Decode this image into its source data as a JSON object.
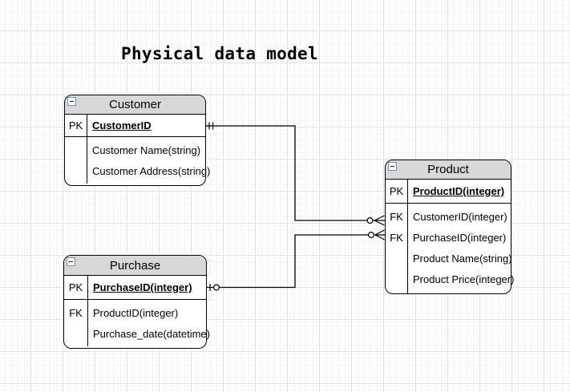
{
  "title": "Physical data model",
  "entities": [
    {
      "title": "Customer",
      "rows": [
        {
          "key": "PK",
          "field": "CustomerID",
          "pk": true
        },
        {
          "key": "",
          "field": "Customer Name(string)"
        },
        {
          "key": "",
          "field": "Customer Address(string)"
        }
      ]
    },
    {
      "title": "Purchase",
      "rows": [
        {
          "key": "PK",
          "field": "PurchaseID(integer)",
          "pk": true
        },
        {
          "key": "FK",
          "field": "ProductID(integer)"
        },
        {
          "key": "",
          "field": "Purchase_date(datetime)"
        }
      ]
    },
    {
      "title": "Product",
      "rows": [
        {
          "key": "PK",
          "field": "ProductID(integer)",
          "pk": true
        },
        {
          "key": "FK",
          "field": "CustomerID(integer)"
        },
        {
          "key": "FK",
          "field": "PurchaseID(integer)"
        },
        {
          "key": "",
          "field": "Product Name(string)"
        },
        {
          "key": "",
          "field": "Product Price(integer)"
        }
      ]
    }
  ],
  "connections": [
    {
      "from_entity": "Customer",
      "from_field": "CustomerID",
      "to_entity": "Product",
      "to_field": "CustomerID(integer)",
      "from_cardinality": "one-and-only-one",
      "to_cardinality": "zero-or-many"
    },
    {
      "from_entity": "Purchase",
      "from_field": "PurchaseID(integer)",
      "to_entity": "Product",
      "to_field": "PurchaseID(integer)",
      "from_cardinality": "zero-or-one",
      "to_cardinality": "zero-or-many"
    }
  ],
  "colors": {
    "canvas_bg": "#ffffff",
    "grid_minor": "#f4f4f4",
    "grid_major": "#e4e4e4",
    "entity_header_fill": "#d8d8d8",
    "entity_border": "#000000",
    "text": "#000000",
    "collapse_icon_border": "#7a90a6"
  },
  "icons": {
    "collapse": "minus-square"
  }
}
